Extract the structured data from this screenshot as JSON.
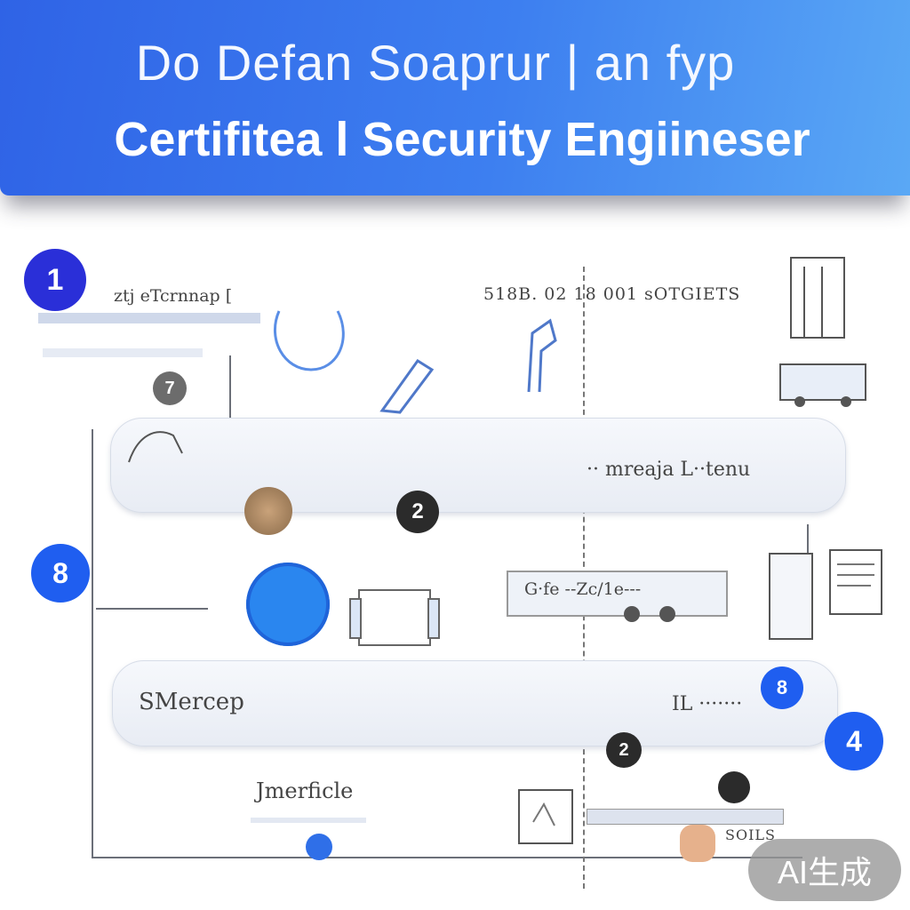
{
  "header": {
    "title_line1": "Do Defan Soaprur | an fyp",
    "title_line2": "Certifitea l Security Engiineser"
  },
  "badges": {
    "b1": "1",
    "b7": "7",
    "b8": "8",
    "b2a": "2",
    "b2b": "2",
    "b8b": "8",
    "b4": "4"
  },
  "labels": {
    "top_left_tag": "ztj eTcrnnap [",
    "top_right_text": "518B. 02 18 001 sOTGIETS",
    "bar1_right": "·· mreaja L··tenu",
    "mid_right_box": "G·fe --Zc/1e---",
    "bar2_left": "SMercep",
    "bar2_right": "IL ·······",
    "bottom_label": "Jmerficle",
    "bottom_right": "SOILS"
  },
  "watermark": "AI生成",
  "colors": {
    "banner_start": "#2f63e6",
    "banner_end": "#5aa8f5",
    "accent_blue": "#1f5ef0"
  }
}
